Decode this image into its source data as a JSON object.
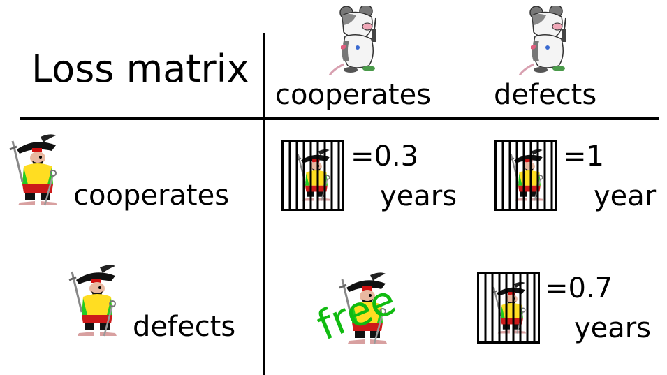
{
  "title": "Loss matrix",
  "columns": {
    "col1_label": "cooperates",
    "col2_label": "defects"
  },
  "rows": {
    "row1_label": "cooperates",
    "row2_label": "defects"
  },
  "cells": {
    "cc": {
      "value": "=0.3",
      "unit": "years"
    },
    "cd": {
      "value": "=1",
      "unit": "year"
    },
    "dc": {
      "value": "free"
    },
    "dd": {
      "value": "=0.7",
      "unit": "years"
    }
  },
  "colors": {
    "free_text": "#11bb11"
  }
}
